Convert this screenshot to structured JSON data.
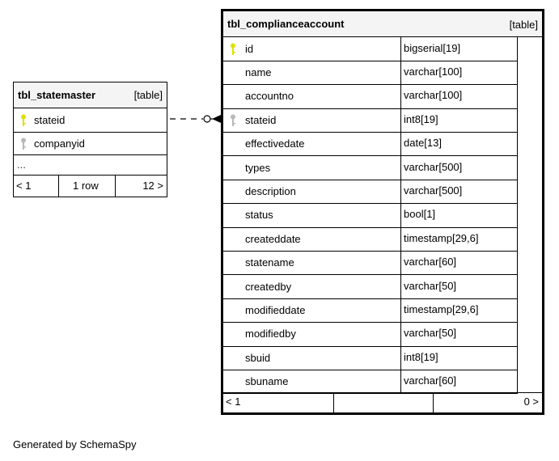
{
  "left_table": {
    "name": "tbl_statemaster",
    "kind": "[table]",
    "columns": [
      {
        "name": "stateid",
        "key": "primary"
      },
      {
        "name": "companyid",
        "key": "foreign"
      }
    ],
    "more": "...",
    "footer": {
      "prev": "< 1",
      "rows": "1 row",
      "next": "12 >"
    }
  },
  "right_table": {
    "name": "tbl_complianceaccount",
    "kind": "[table]",
    "columns": [
      {
        "name": "id",
        "type": "bigserial[19]",
        "key": "primary"
      },
      {
        "name": "name",
        "type": "varchar[100]",
        "key": ""
      },
      {
        "name": "accountno",
        "type": "varchar[100]",
        "key": ""
      },
      {
        "name": "stateid",
        "type": "int8[19]",
        "key": "foreign"
      },
      {
        "name": "effectivedate",
        "type": "date[13]",
        "key": ""
      },
      {
        "name": "types",
        "type": "varchar[500]",
        "key": ""
      },
      {
        "name": "description",
        "type": "varchar[500]",
        "key": ""
      },
      {
        "name": "status",
        "type": "bool[1]",
        "key": ""
      },
      {
        "name": "createddate",
        "type": "timestamp[29,6]",
        "key": ""
      },
      {
        "name": "statename",
        "type": "varchar[60]",
        "key": ""
      },
      {
        "name": "createdby",
        "type": "varchar[50]",
        "key": ""
      },
      {
        "name": "modifieddate",
        "type": "timestamp[29,6]",
        "key": ""
      },
      {
        "name": "modifiedby",
        "type": "varchar[50]",
        "key": ""
      },
      {
        "name": "sbuid",
        "type": "int8[19]",
        "key": ""
      },
      {
        "name": "sbuname",
        "type": "varchar[60]",
        "key": ""
      }
    ],
    "footer": {
      "prev": "< 1",
      "rows": "",
      "next": "0 >"
    }
  },
  "colors": {
    "primary_key": "#e0e000",
    "foreign_key": "#b8b8b8"
  },
  "generated_by": "Generated by SchemaSpy"
}
